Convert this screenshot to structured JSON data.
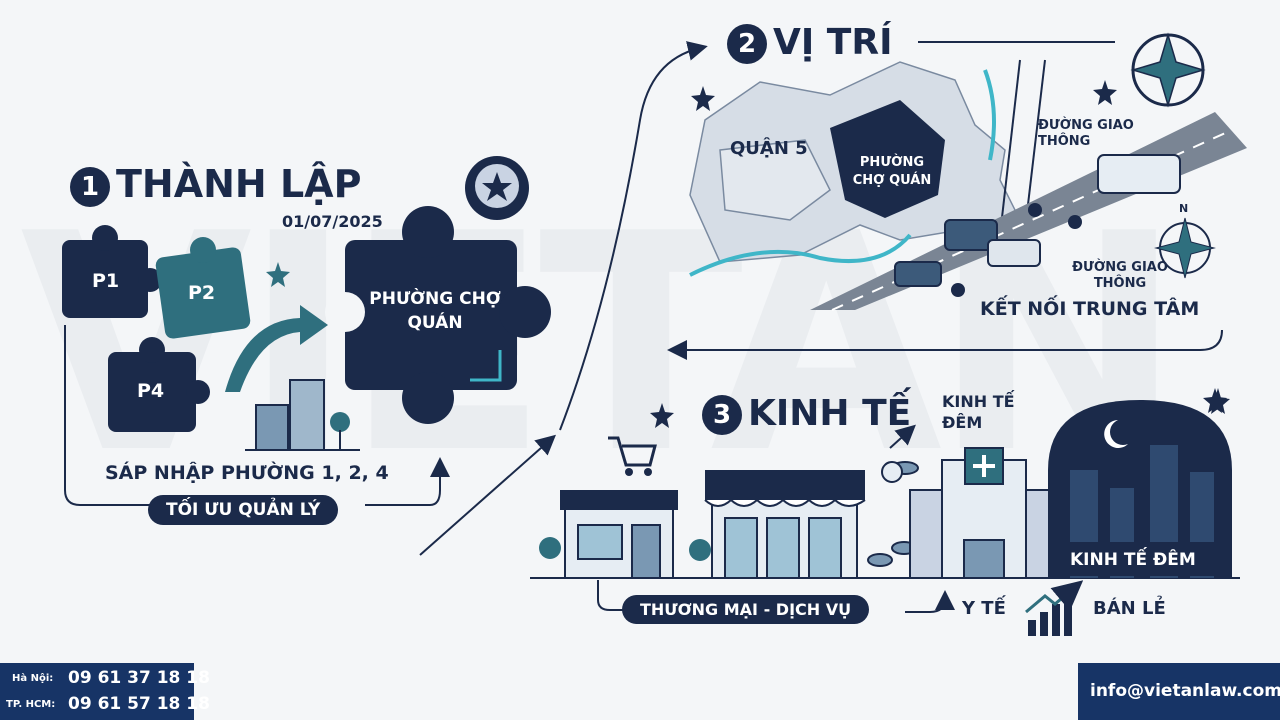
{
  "watermark": "VIETAN",
  "section1": {
    "number": "1",
    "title": "THÀNH LẬP",
    "date": "01/07/2025",
    "pieces": [
      "P1",
      "P2",
      "P4"
    ],
    "result": "PHƯỜNG CHỢ QUÁN",
    "merge_text": "SÁP NHẬP PHƯỜNG 1, 2, 4",
    "pill": "TỐI ƯU QUẢN LÝ"
  },
  "section2": {
    "number": "2",
    "title": "VỊ TRÍ",
    "district": "QUẬN 5",
    "ward": "PHƯỜNG CHỢ QUÁN",
    "road_label_1": "ĐƯỜNG GIAO THÔNG",
    "road_label_2": "ĐƯỜNG GIAO THÔNG",
    "compass_n": "N",
    "connect": "KẾT NỐI TRUNG TÂM"
  },
  "section3": {
    "number": "3",
    "title": "KINH TẾ",
    "night_label": "KINH TẾ ĐÊM",
    "night_banner": "KINH TẾ ĐÊM",
    "commerce_pill": "THƯƠNG MẠI - DỊCH VỤ",
    "health": "Y TẾ",
    "retail": "BÁN LẺ"
  },
  "contact": {
    "hanoi_label": "Hà Nội:",
    "hanoi_phone": "09 61 37 18 18",
    "hcm_label": "TP. HCM:",
    "hcm_phone": "09 61 57 18 18",
    "email": "info@vietanlaw.com"
  },
  "colors": {
    "navy": "#1b2a4a",
    "teal": "#2f6f7e",
    "light_teal": "#3fb6c8",
    "contact_bg": "#173466"
  }
}
